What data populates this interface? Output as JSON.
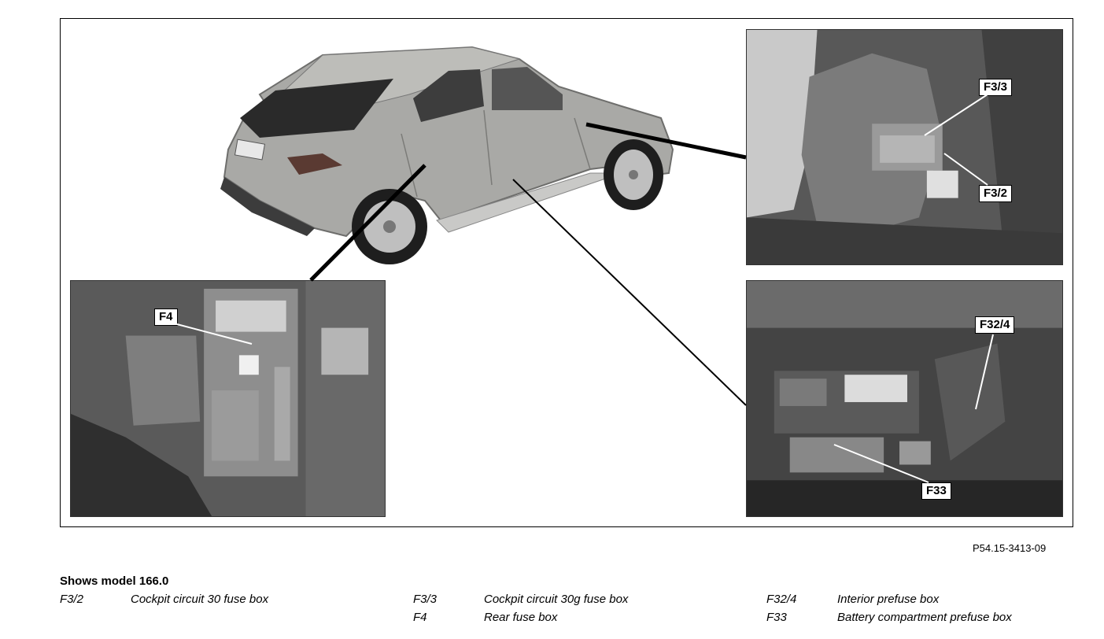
{
  "figure": {
    "id": "P54.15-3413-09",
    "callouts": {
      "f3_3": "F3/3",
      "f3_2": "F3/2",
      "f4": "F4",
      "f32_4": "F32/4",
      "f33": "F33"
    }
  },
  "legend": {
    "title": "Shows model 166.0",
    "items": [
      {
        "code": "F3/2",
        "desc": "Cockpit circuit 30 fuse box"
      },
      {
        "code": "F3/3",
        "desc": "Cockpit circuit 30g fuse box"
      },
      {
        "code": "F4",
        "desc": "Rear fuse box"
      },
      {
        "code": "F32/4",
        "desc": "Interior prefuse box"
      },
      {
        "code": "F33",
        "desc": "Battery compartment prefuse box"
      }
    ]
  }
}
